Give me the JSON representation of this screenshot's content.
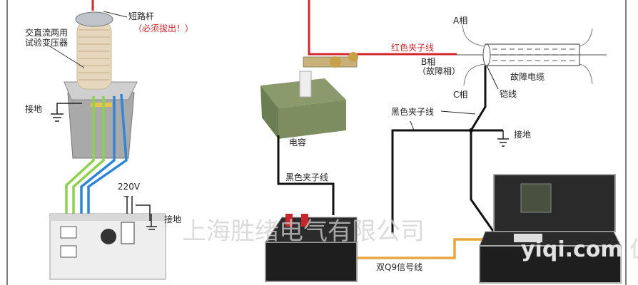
{
  "labels": {
    "short_rod": "短路杆",
    "short_rod_note": "（必须拔出！）",
    "transformer_line1": "交直流两用",
    "transformer_line2": "试验变压器",
    "ground_transformer": "接地",
    "voltage": "220V",
    "ac_symbol": "~",
    "ground_control": "接地",
    "capacitor": "电容",
    "red_clip_wire": "红色夹子线",
    "phase_a": "A相",
    "phase_b": "B相",
    "phase_b_note": "（故障相）",
    "phase_c": "C相",
    "faulty_cable": "故障电缆",
    "armor_wire": "铠线",
    "black_clip_wire_right": "黑色夹子线",
    "ground_cable": "接地",
    "black_clip_wire_left": "黑色夹子线",
    "signal_wire": "双Q9信号线"
  },
  "watermark": {
    "company": "上海胜绪电气有限公司",
    "site_logo": "yiqi.com 仪器网"
  },
  "colors": {
    "red_wire": "#d0282c",
    "black_wire": "#111111",
    "green_wire": "#8fd14f",
    "blue_wire": "#2f86d6",
    "orange_wire": "#e8a640",
    "insulator": "#e6d7bd"
  }
}
